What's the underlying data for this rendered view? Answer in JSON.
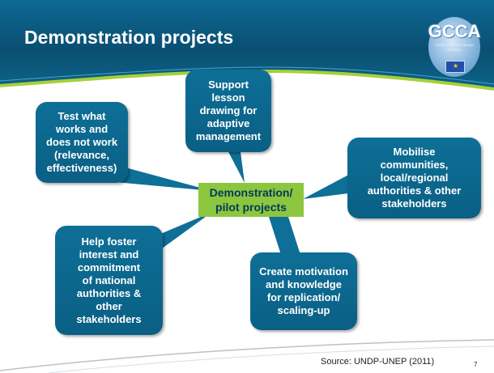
{
  "slide": {
    "title": "Demonstration projects",
    "logo_text": "GCCA",
    "logo_subtitle": "Global Climate Change Alliance",
    "center_label": "Demonstration/\npilot projects",
    "source": "Source: UNDP-UNEP (2011)",
    "page_number": "7"
  },
  "bubbles": [
    {
      "id": "test",
      "text": "Test what\nworks and\ndoes not work\n(relevance,\neffectiveness)"
    },
    {
      "id": "support",
      "text": "Support\nlesson\ndrawing for\nadaptive\nmanagement"
    },
    {
      "id": "mobilise",
      "text": "Mobilise\ncommunities,\nlocal/regional\nauthorities & other\nstakeholders"
    },
    {
      "id": "foster",
      "text": "Help foster\ninterest and\ncommitment\nof national\nauthorities &\nother\nstakeholders"
    },
    {
      "id": "motivation",
      "text": "Create motivation\nand knowledge\nfor replication/\nscaling-up"
    }
  ],
  "colors": {
    "header_dark": "#0b4f73",
    "header_light": "#1a86b0",
    "bubble": "#0e6f97",
    "center_box": "#8cc63f",
    "center_text": "#003b5c",
    "accent_swoosh": "#a7cf3a"
  }
}
